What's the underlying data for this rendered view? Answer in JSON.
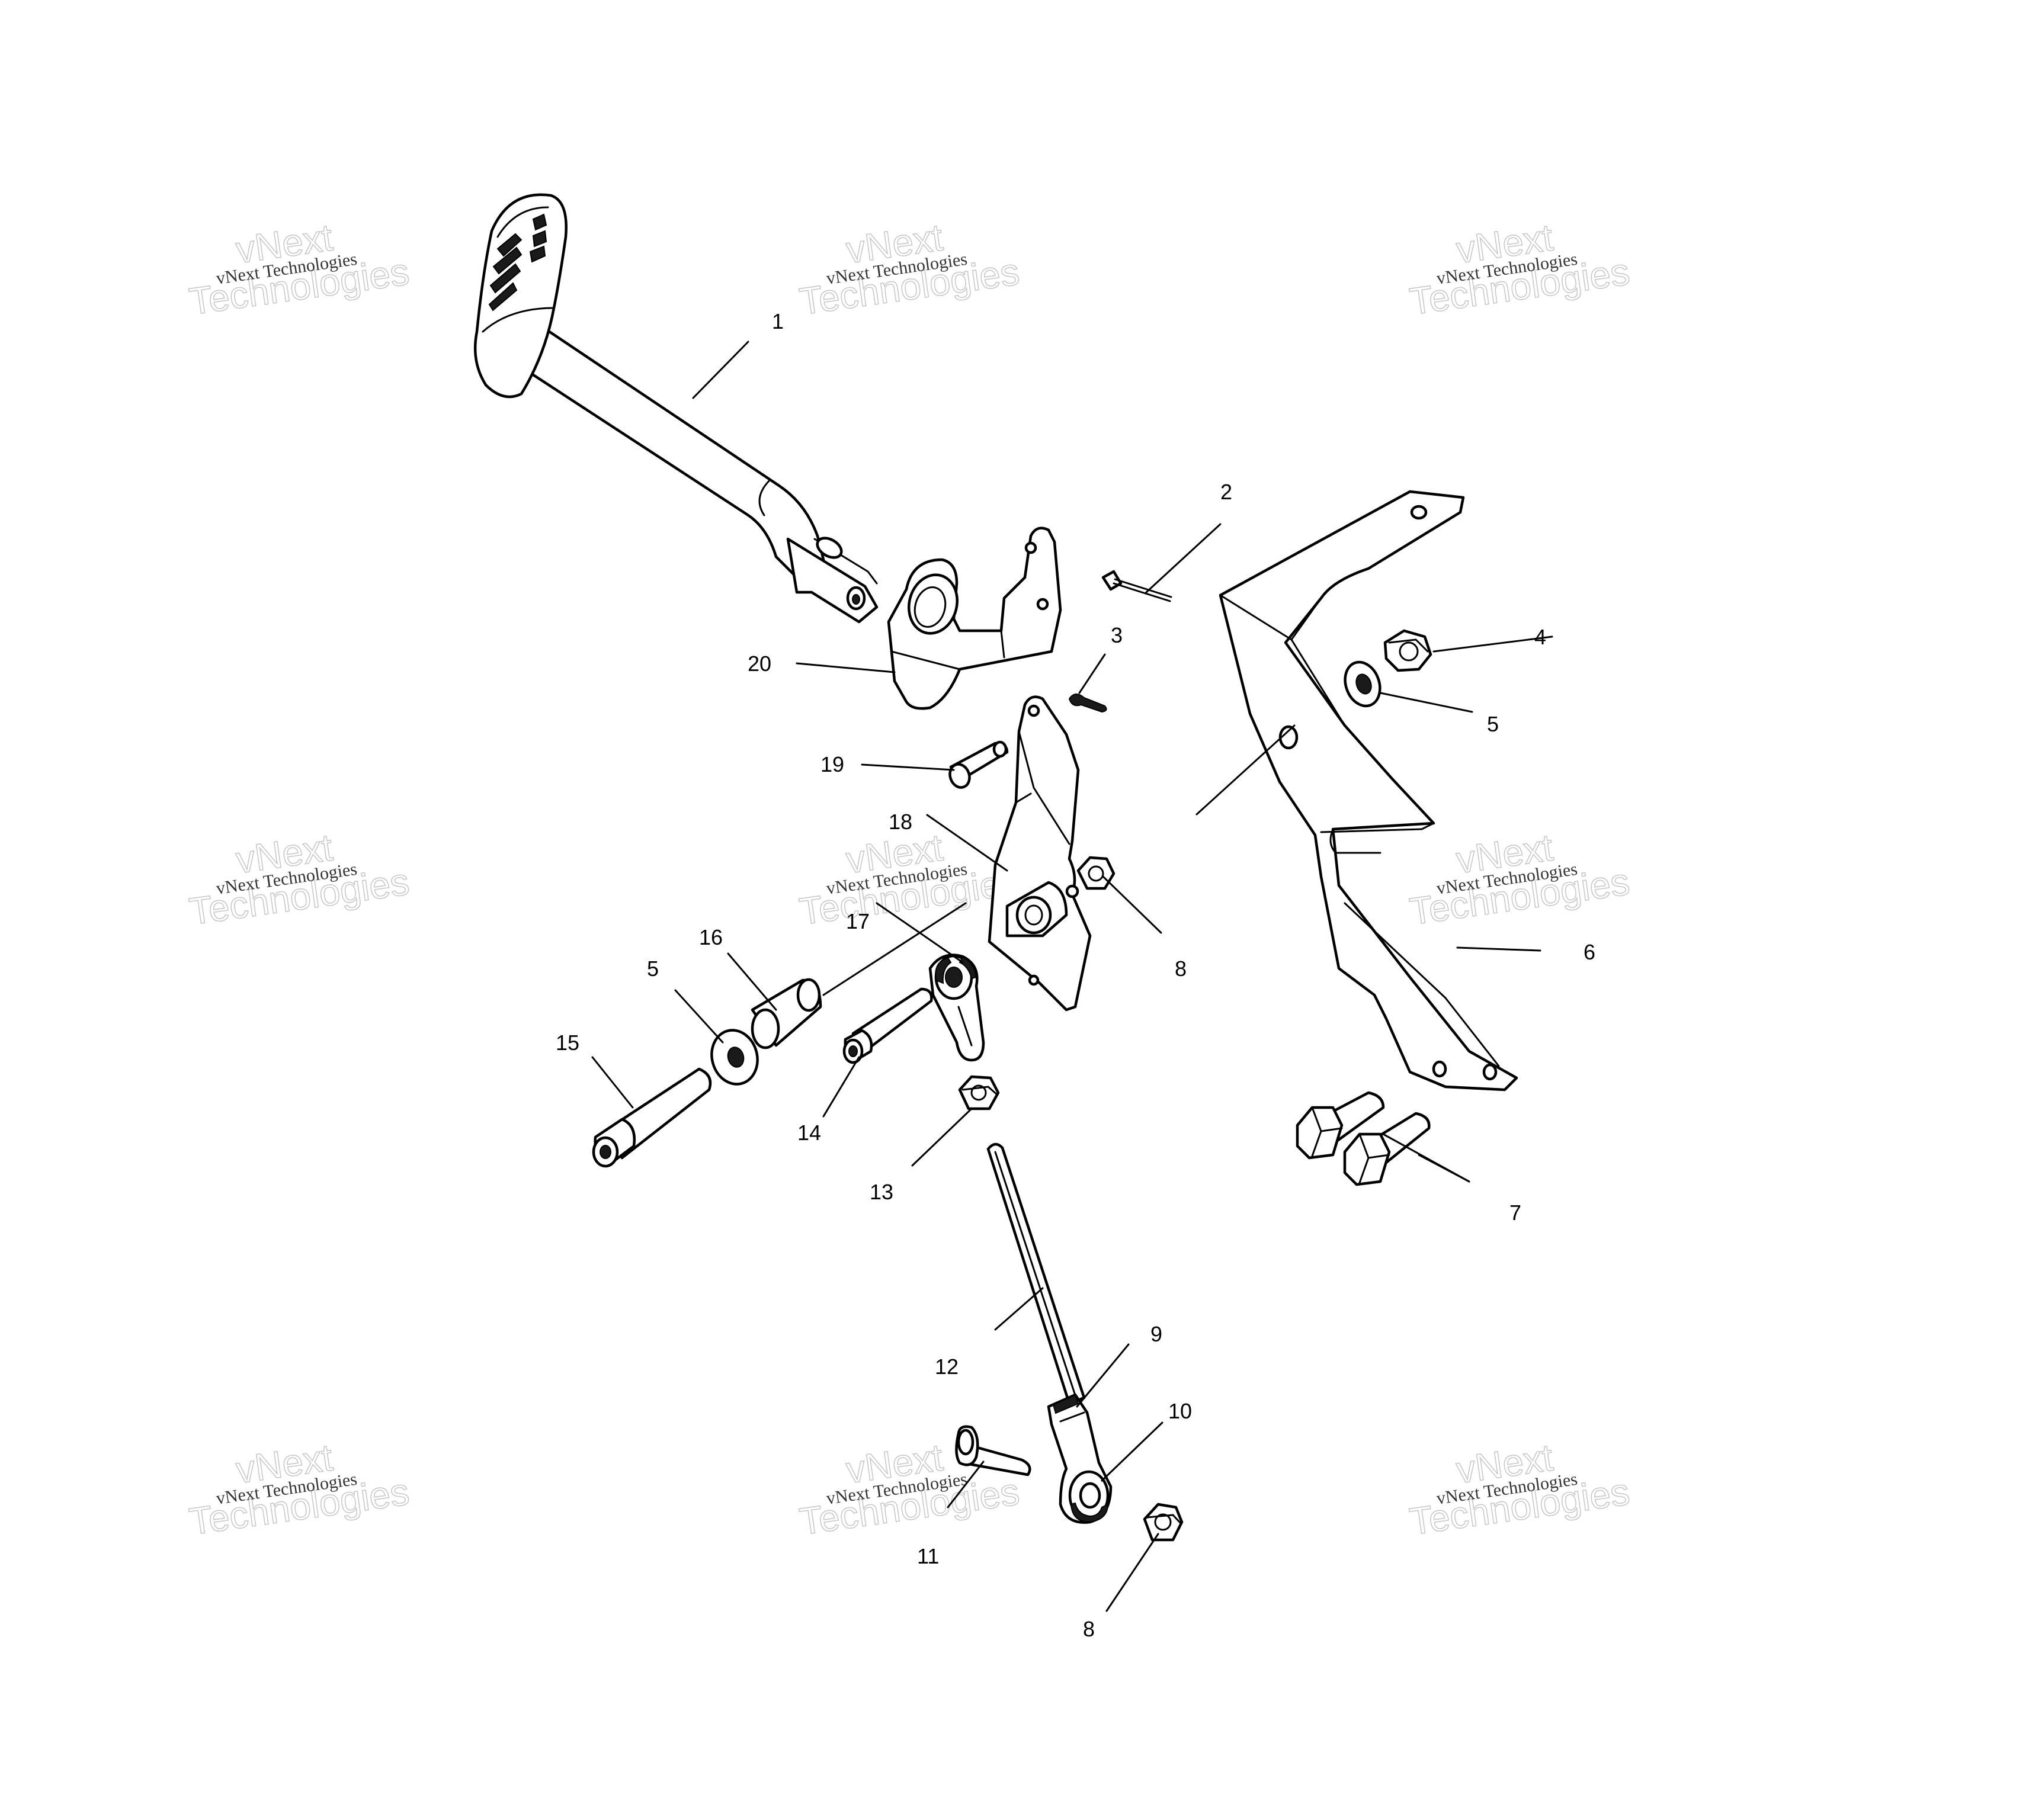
{
  "diagram": {
    "callouts": [
      "1",
      "2",
      "3",
      "4",
      "5",
      "5",
      "6",
      "7",
      "8",
      "8",
      "9",
      "10",
      "11",
      "12",
      "13",
      "14",
      "15",
      "16",
      "17",
      "18",
      "19",
      "20"
    ]
  },
  "watermark": {
    "text": "vNext Technologies",
    "big_line1": "vNext",
    "big_line2": "Technologies"
  }
}
